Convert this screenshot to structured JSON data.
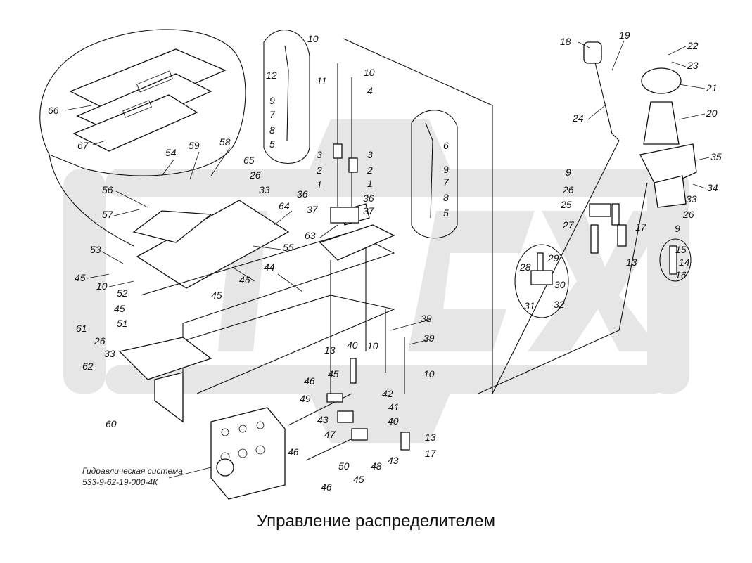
{
  "title": "Управление распределителем",
  "note": {
    "line1": "Гидравлическая система",
    "line2": "533-9-62-19-000-4К"
  },
  "callouts": [
    "1",
    "2",
    "3",
    "4",
    "5",
    "6",
    "7",
    "8",
    "9",
    "10",
    "11",
    "12",
    "13",
    "14",
    "15",
    "16",
    "17",
    "18",
    "19",
    "20",
    "21",
    "22",
    "23",
    "24",
    "25",
    "26",
    "27",
    "28",
    "29",
    "30",
    "31",
    "32",
    "33",
    "34",
    "35",
    "36",
    "37",
    "38",
    "39",
    "40",
    "41",
    "42",
    "43",
    "44",
    "45",
    "46",
    "47",
    "48",
    "49",
    "50",
    "51",
    "52",
    "53",
    "54",
    "55",
    "56",
    "57",
    "58",
    "59",
    "60",
    "61",
    "62",
    "63",
    "64",
    "65",
    "66",
    "67"
  ],
  "colors": {
    "line": "#111111",
    "watermark": "#e6e6e6",
    "background": "#ffffff"
  }
}
